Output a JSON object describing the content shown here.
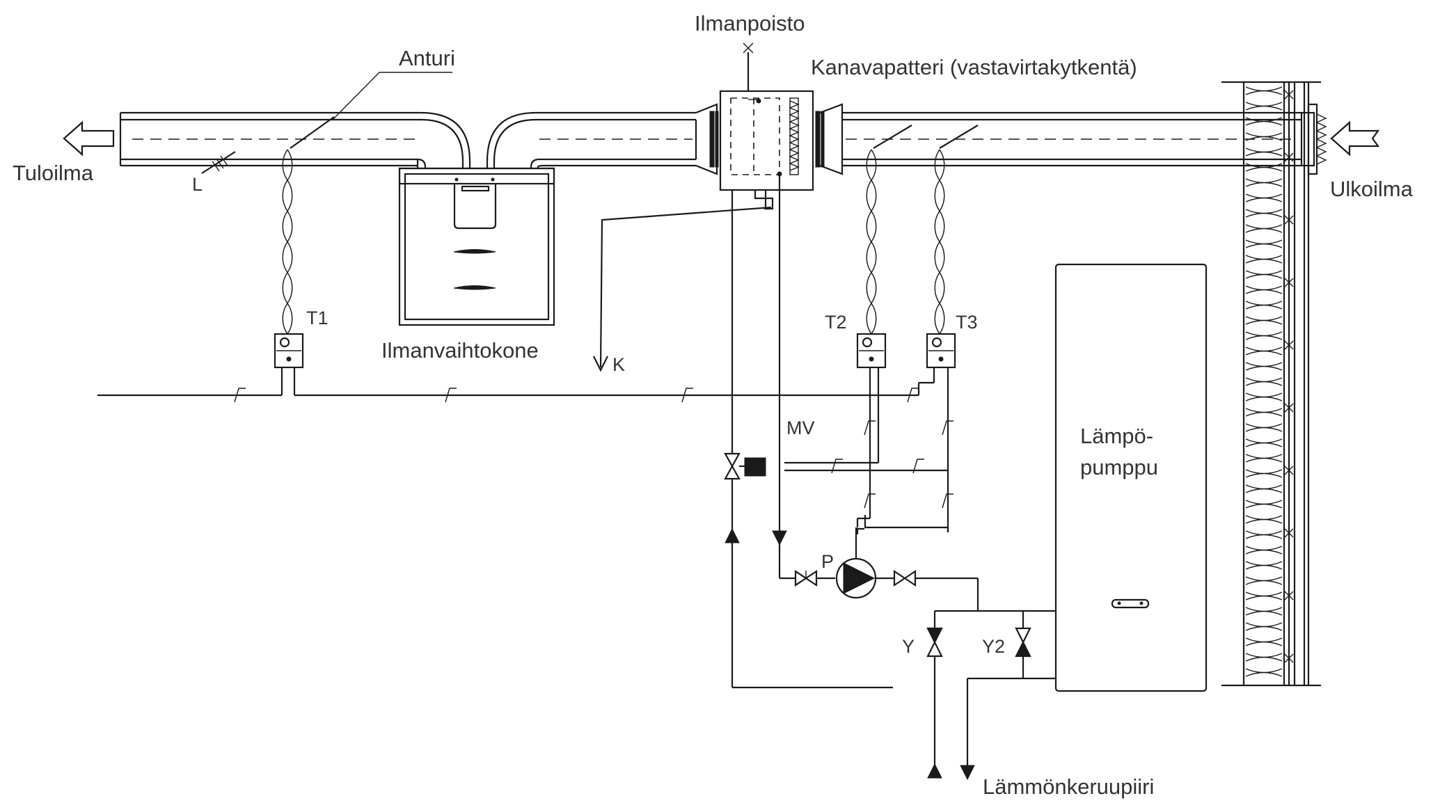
{
  "labels": {
    "air_vent": "Ilmanpoisto",
    "duct_coil": "Kanavapatteri (vastavirtakytkentä)",
    "sensor": "Anturi",
    "supply_air": "Tuloilma",
    "outdoor_air": "Ulkoilma",
    "ventilation_unit": "Ilmanvaihtokone",
    "heat_pump_line1": "Lämpö-",
    "heat_pump_line2": "pumppu",
    "ground_loop": "Lämmönkeruupiiri",
    "L": "L",
    "K": "K",
    "T1": "T1",
    "T2": "T2",
    "T3": "T3",
    "MV": "MV",
    "P": "P",
    "Y": "Y",
    "Y2": "Y2"
  },
  "icons": {
    "arrow": "hollow-arrow-icon",
    "thermostat": "thermostat-icon",
    "valve": "valve-icon",
    "pump": "pump-icon",
    "motor_valve": "motor-valve-icon"
  },
  "colors": {
    "line": "#1a1a1a",
    "text": "#333333",
    "background": "#ffffff"
  }
}
